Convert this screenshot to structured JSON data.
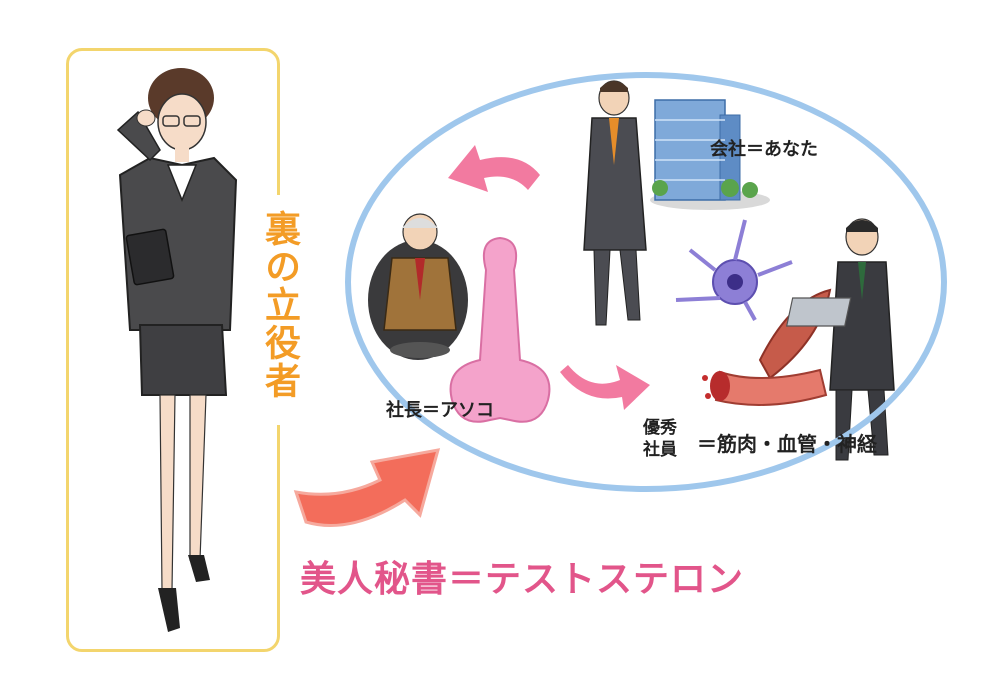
{
  "left_panel": {
    "title": "裏の立役者"
  },
  "labels": {
    "company": "会社＝あなた",
    "president": "社長＝アソコ",
    "employee_line1": "優秀",
    "employee_line2": "社員",
    "employee_value": "＝筋肉・血管・神経"
  },
  "caption": "美人秘書＝テストステロン",
  "colors": {
    "frame": "#f3d56d",
    "oval": "#9fc7ec",
    "title": "#f39c26",
    "caption": "#e2558a",
    "arrow_pink": "#f27aa0",
    "arrow_coral": "#f36d5b"
  }
}
